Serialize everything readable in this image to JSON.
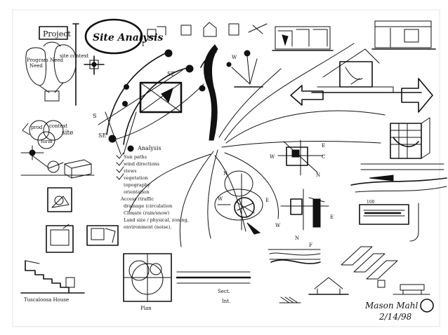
{
  "title": "Site Analysis",
  "project_label": "Project",
  "program_label": "Program Need",
  "site_context_label": "site context",
  "need_label": "Need",
  "form_label": "form",
  "program_relation": [
    "prod",
    "context",
    "site",
    "form"
  ],
  "analysis_heading": "Analysis",
  "analysis_items": [
    "Sun paths",
    "wind directions",
    "views",
    "vegetation",
    "topography",
    "orientation",
    "Access (traffic",
    "drainage (circulation",
    "Climate (rain/snow)",
    "Land size / physical, zoning,",
    "environment (noise),"
  ],
  "caption_tower": "Tuscaloosa House",
  "caption_plan": "Plan",
  "caption_section": "Sect.",
  "caption_elev": "Int.",
  "signature_name": "Mason Mahl",
  "signature_date": "2/14/98",
  "direction_letters": [
    "N",
    "S",
    "E",
    "W"
  ]
}
